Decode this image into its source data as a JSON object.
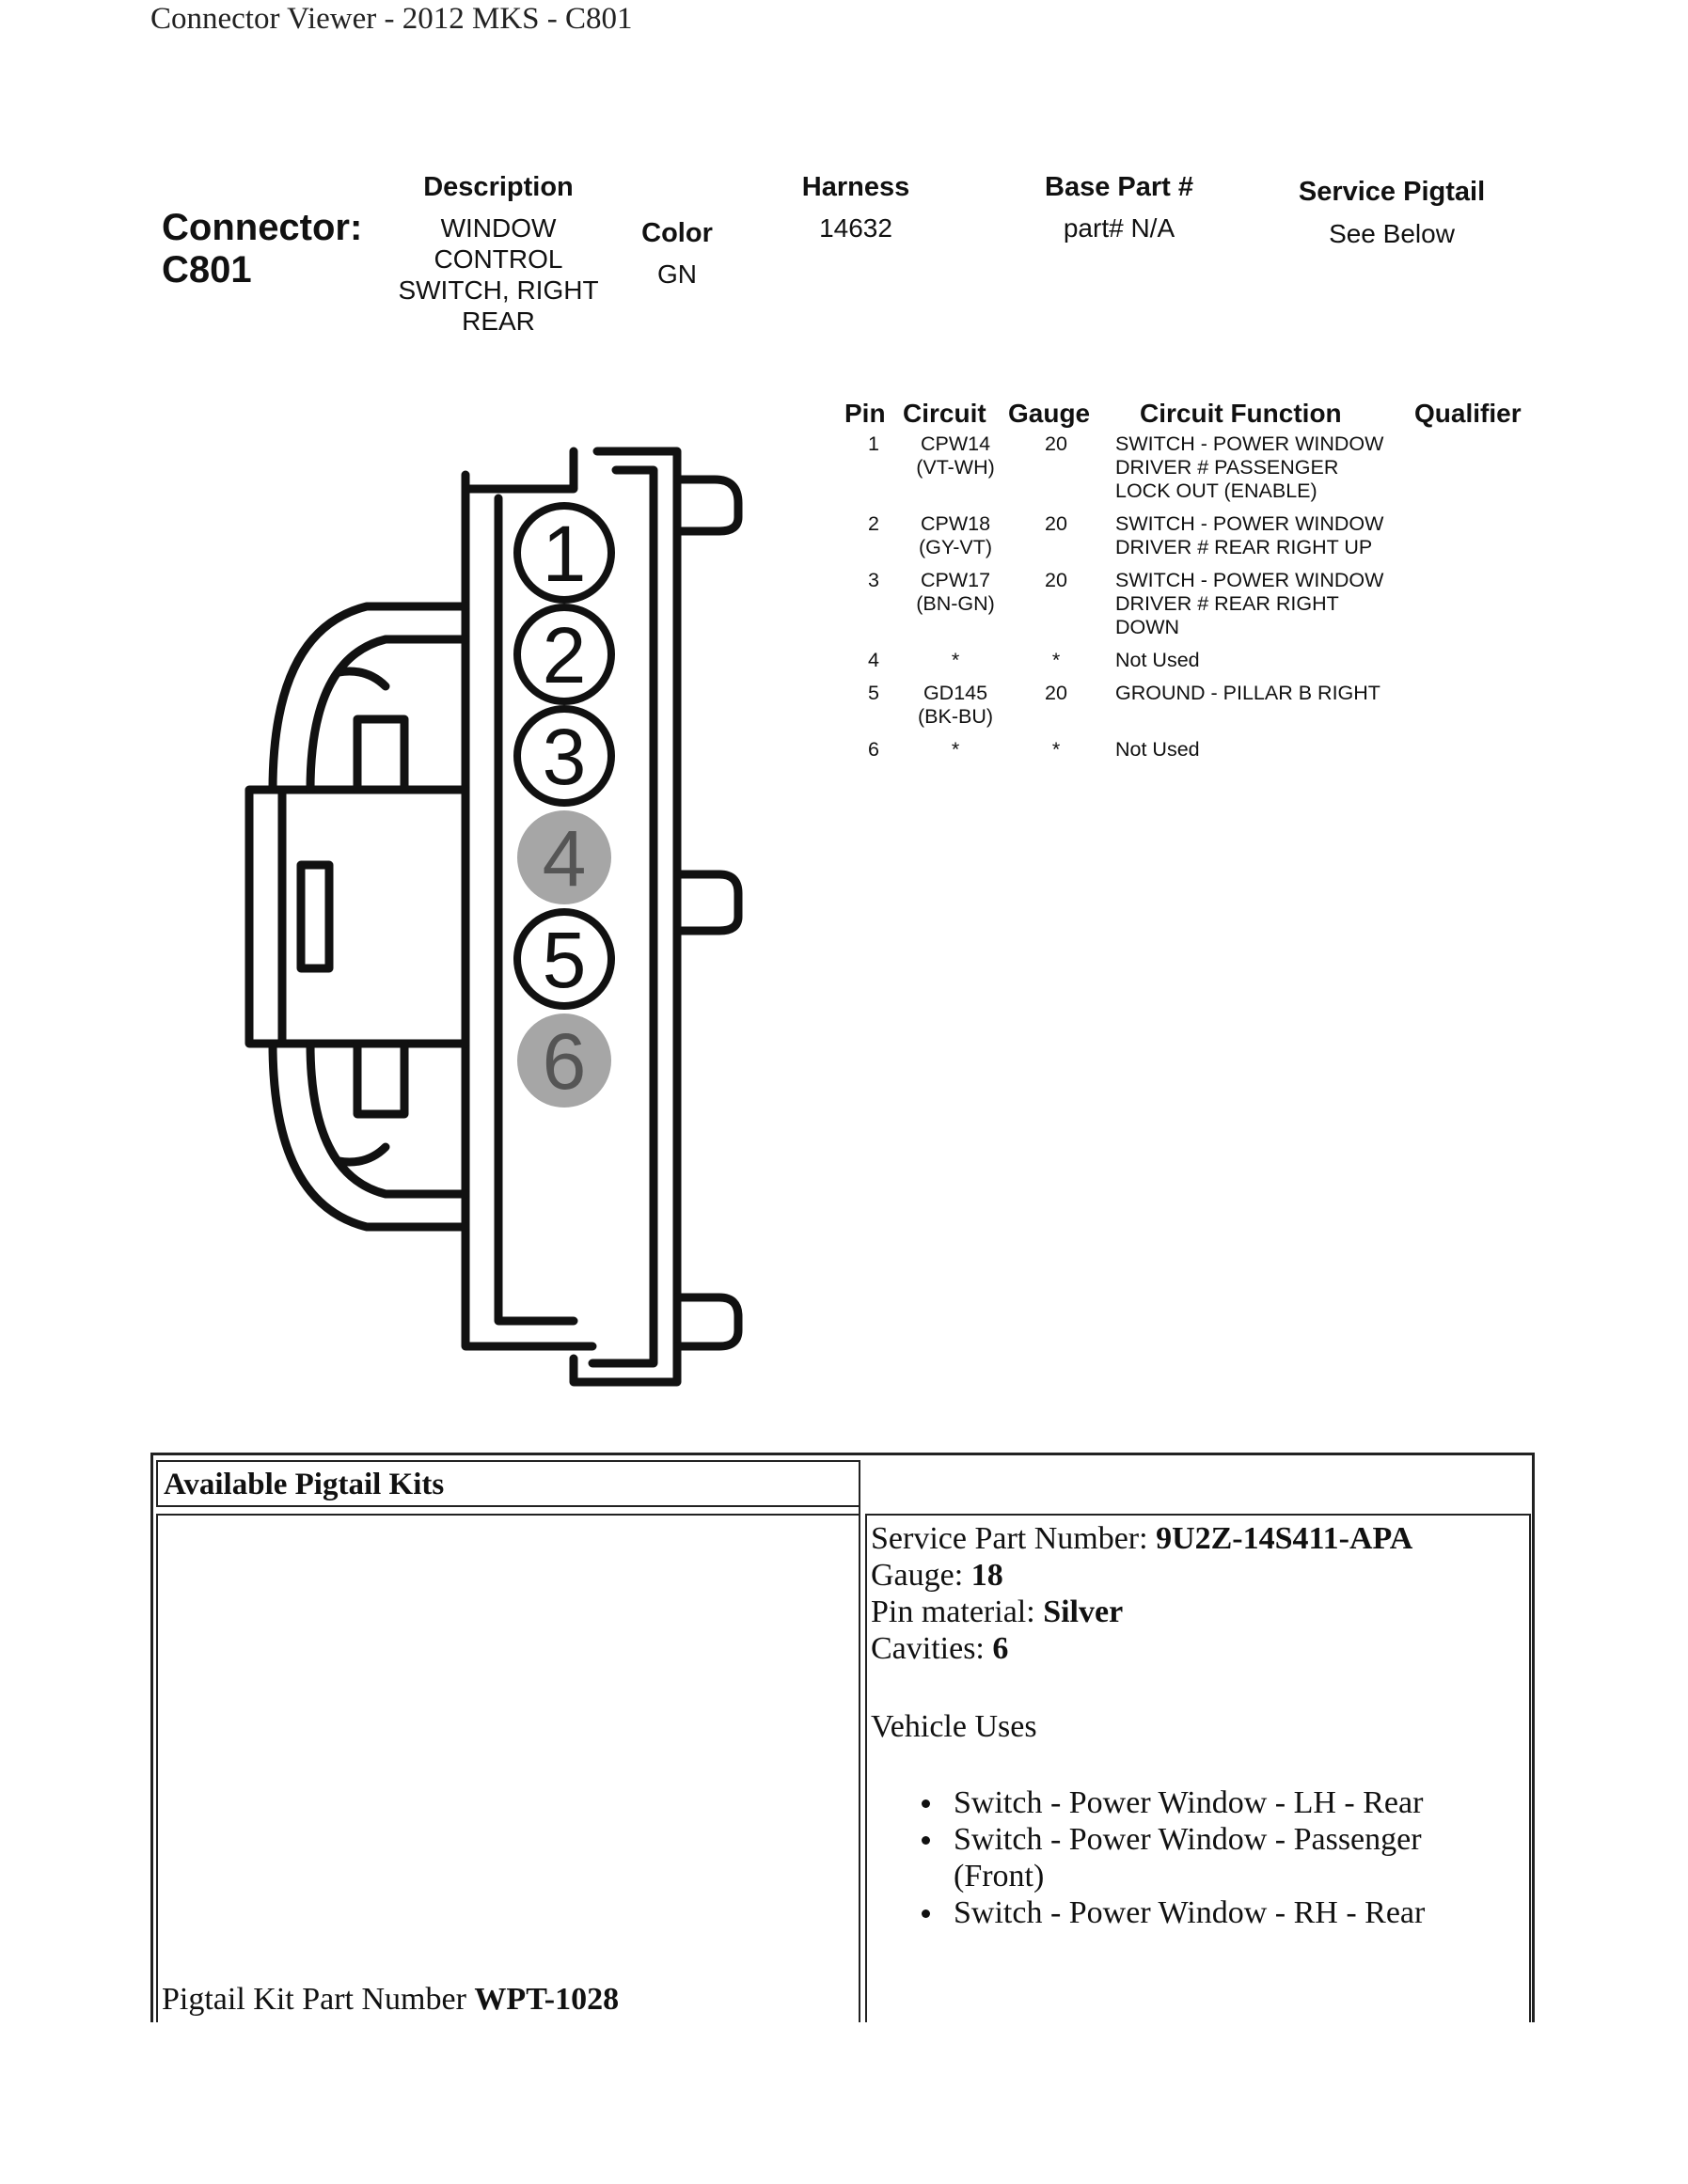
{
  "page_title": "Connector Viewer - 2012 MKS - C801",
  "connector": {
    "label_line1": "Connector:",
    "label_line2": "C801",
    "description_header": "Description",
    "description_lines": [
      "WINDOW",
      "CONTROL",
      "SWITCH, RIGHT",
      "REAR"
    ],
    "color_header": "Color",
    "color_value": "GN",
    "harness_header": "Harness",
    "harness_value": "14632",
    "base_part_header": "Base Part #",
    "base_part_value": "part# N/A",
    "service_pigtail_header": "Service Pigtail",
    "service_pigtail_value": "See Below"
  },
  "pin_table": {
    "headers": [
      "Pin",
      "Circuit",
      "Gauge",
      "Circuit Function",
      "Qualifier"
    ],
    "rows": [
      {
        "pin": "1",
        "circuit": [
          "CPW14",
          "(VT-WH)"
        ],
        "gauge": "20",
        "function": [
          "SWITCH - POWER WINDOW",
          "DRIVER # PASSENGER",
          "LOCK OUT (ENABLE)"
        ],
        "qualifier": ""
      },
      {
        "pin": "2",
        "circuit": [
          "CPW18",
          "(GY-VT)"
        ],
        "gauge": "20",
        "function": [
          "SWITCH - POWER WINDOW",
          "DRIVER # REAR RIGHT UP"
        ],
        "qualifier": ""
      },
      {
        "pin": "3",
        "circuit": [
          "CPW17",
          "(BN-GN)"
        ],
        "gauge": "20",
        "function": [
          "SWITCH - POWER WINDOW",
          "DRIVER # REAR RIGHT",
          "DOWN"
        ],
        "qualifier": ""
      },
      {
        "pin": "4",
        "circuit": [
          "*"
        ],
        "gauge": "*",
        "function": [
          "Not Used"
        ],
        "qualifier": ""
      },
      {
        "pin": "5",
        "circuit": [
          "GD145",
          "(BK-BU)"
        ],
        "gauge": "20",
        "function": [
          "GROUND - PILLAR B RIGHT"
        ],
        "qualifier": ""
      },
      {
        "pin": "6",
        "circuit": [
          "*"
        ],
        "gauge": "*",
        "function": [
          "Not Used"
        ],
        "qualifier": ""
      }
    ]
  },
  "diagram": {
    "pins": [
      {
        "label": "1",
        "used": true
      },
      {
        "label": "2",
        "used": true
      },
      {
        "label": "3",
        "used": true
      },
      {
        "label": "4",
        "used": false
      },
      {
        "label": "5",
        "used": true
      },
      {
        "label": "6",
        "used": false
      }
    ],
    "used_fill": "#ffffff",
    "unused_fill": "#a6a6a6",
    "used_text_color": "#111111",
    "unused_text_color": "#555555"
  },
  "pigtail": {
    "section_title": "Available Pigtail Kits",
    "kit_part_label": "Pigtail Kit Part Number",
    "kit_part_value": "WPT-1028",
    "service_part_label": "Service Part Number:",
    "service_part_value": "9U2Z-14S411-APA",
    "gauge_label": "Gauge:",
    "gauge_value": "18",
    "pin_material_label": "Pin material:",
    "pin_material_value": "Silver",
    "cavities_label": "Cavities:",
    "cavities_value": "6",
    "vehicle_uses_title": "Vehicle Uses",
    "vehicle_uses": [
      "Switch - Power Window - LH - Rear",
      "Switch - Power Window - Passenger (Front)",
      "Switch - Power Window - RH - Rear"
    ]
  }
}
